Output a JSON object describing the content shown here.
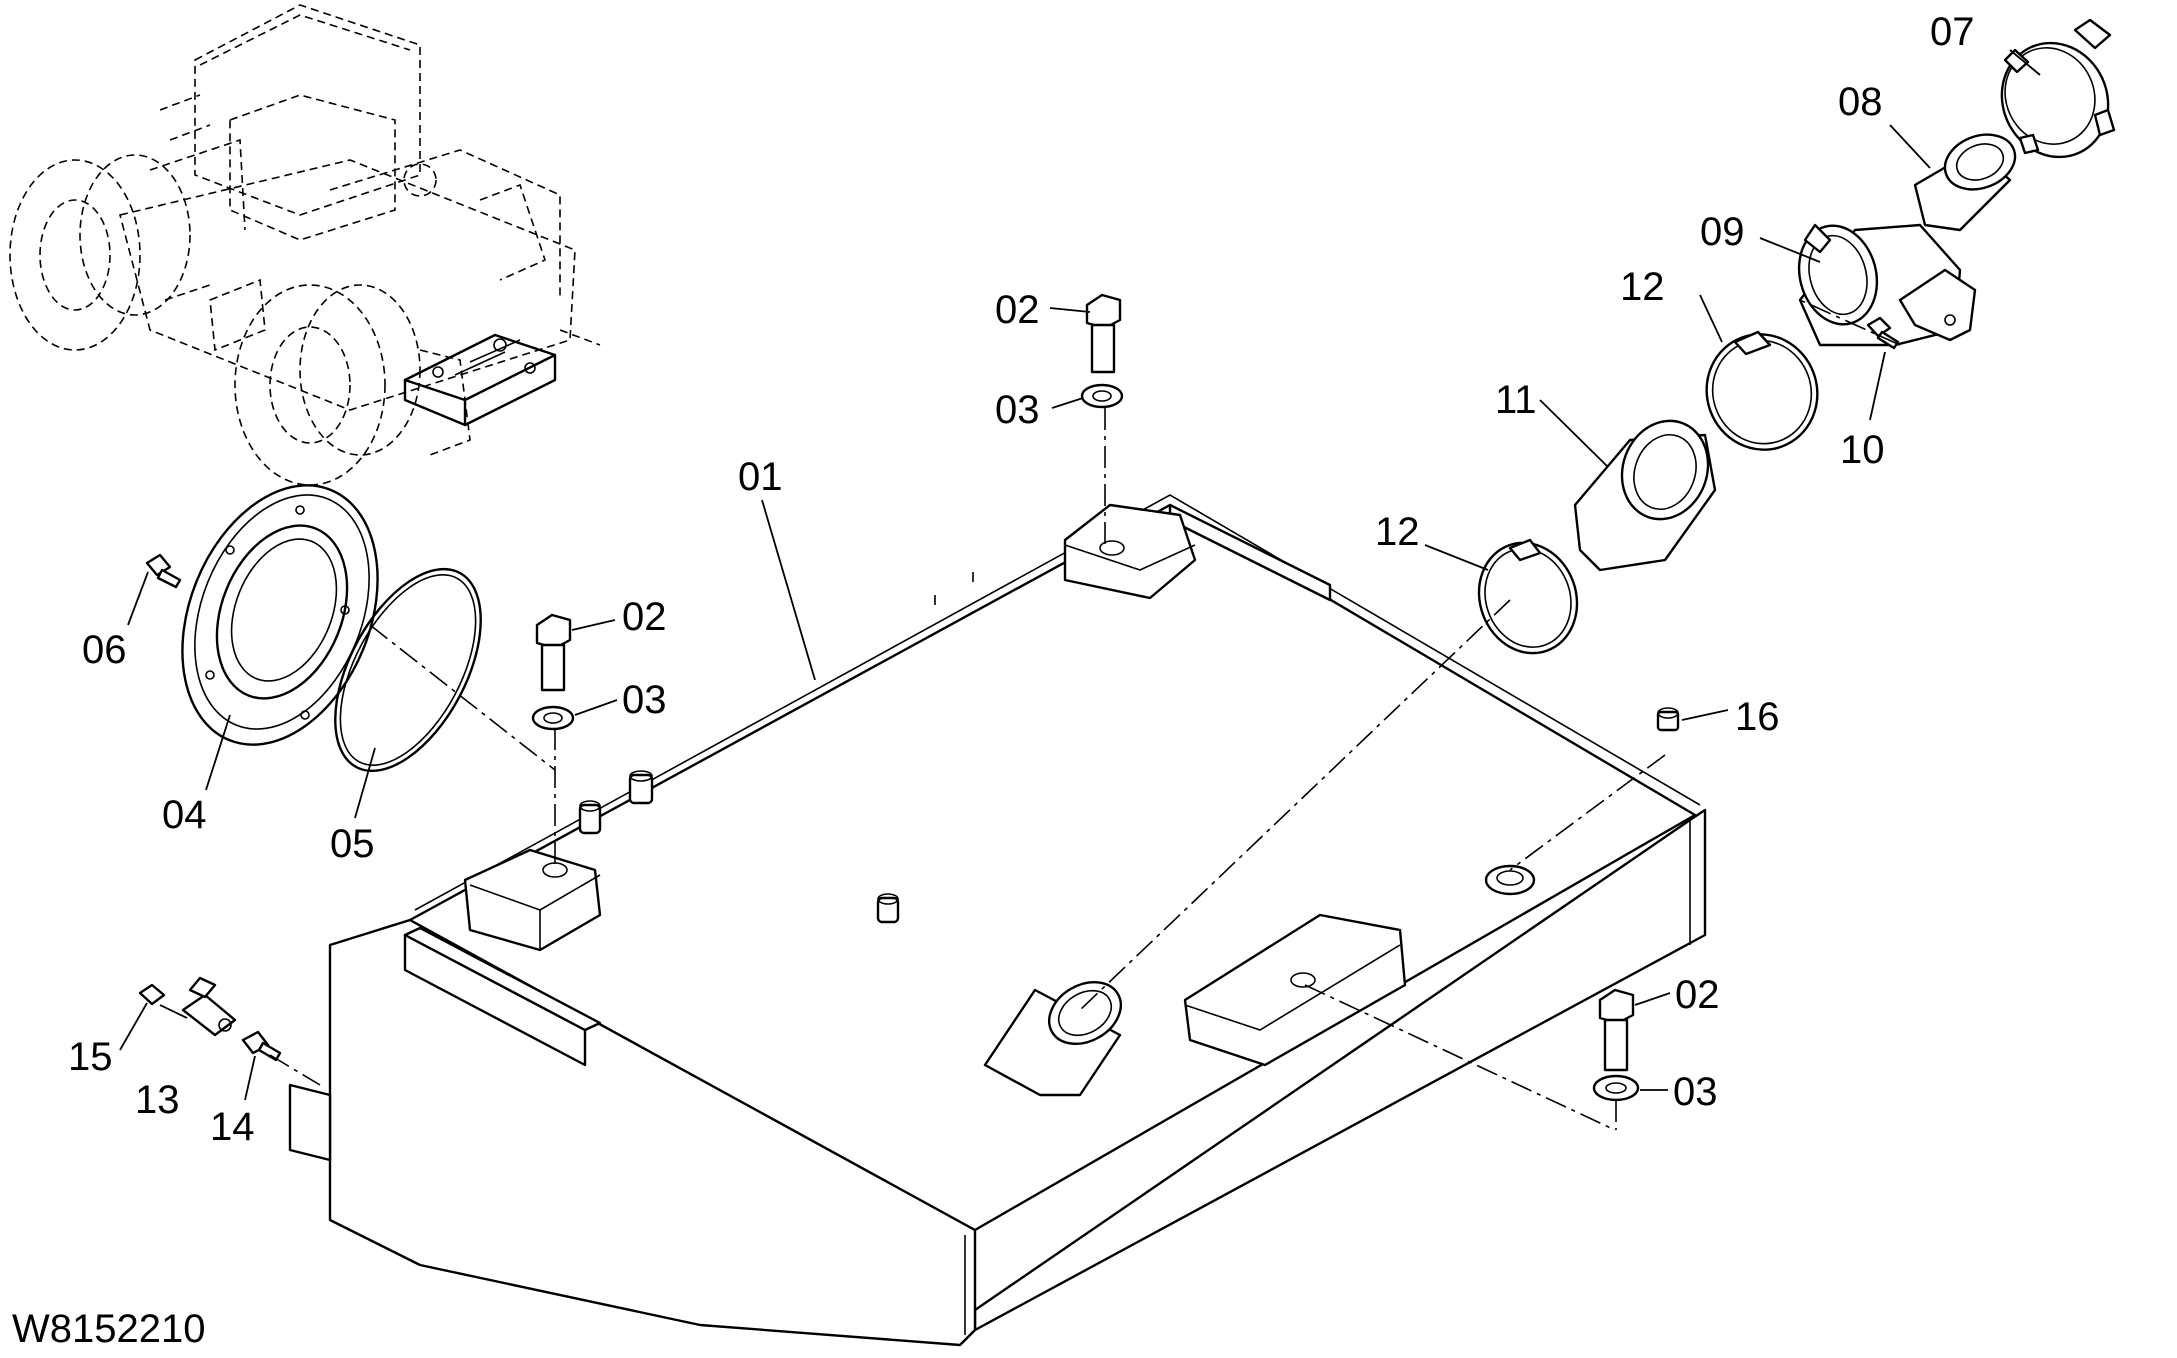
{
  "drawing_number": "W8152210",
  "callouts": [
    {
      "id": "c01",
      "text": "01"
    },
    {
      "id": "c02a",
      "text": "02"
    },
    {
      "id": "c02b",
      "text": "02"
    },
    {
      "id": "c02c",
      "text": "02"
    },
    {
      "id": "c03a",
      "text": "03"
    },
    {
      "id": "c03b",
      "text": "03"
    },
    {
      "id": "c03c",
      "text": "03"
    },
    {
      "id": "c04",
      "text": "04"
    },
    {
      "id": "c05",
      "text": "05"
    },
    {
      "id": "c06",
      "text": "06"
    },
    {
      "id": "c07",
      "text": "07"
    },
    {
      "id": "c08",
      "text": "08"
    },
    {
      "id": "c09",
      "text": "09"
    },
    {
      "id": "c10",
      "text": "10"
    },
    {
      "id": "c11",
      "text": "11"
    },
    {
      "id": "c12a",
      "text": "12"
    },
    {
      "id": "c12b",
      "text": "12"
    },
    {
      "id": "c13",
      "text": "13"
    },
    {
      "id": "c14",
      "text": "14"
    },
    {
      "id": "c15",
      "text": "15"
    },
    {
      "id": "c16",
      "text": "16"
    }
  ]
}
